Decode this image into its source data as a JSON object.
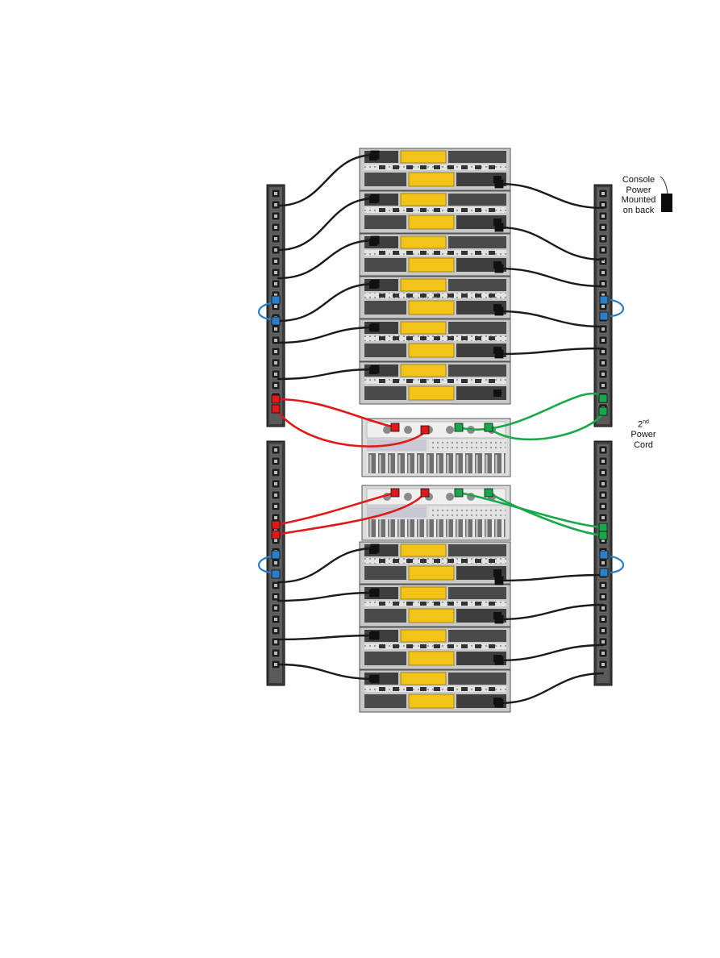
{
  "labels": {
    "console_power": [
      "Console",
      "Power",
      "Mounted",
      "on back"
    ],
    "second_power_cord": {
      "sup_prefix": "2",
      "sup": "nd",
      "rest": [
        "Power",
        "Cord"
      ]
    }
  },
  "colors": {
    "power_cable": "#1a1a1a",
    "pdu_bridge": "#2a7fc8",
    "primary_feed": "#e01818",
    "secondary_feed": "#18a84a",
    "accent_yellow": "#f2c418",
    "chassis_grey": "#c8c8c8",
    "pdu_body": "#3a3a3a"
  },
  "icons": [
    "power-strip-icon",
    "server-chassis-icon",
    "storage-enclosure-icon",
    "power-cable-icon"
  ]
}
